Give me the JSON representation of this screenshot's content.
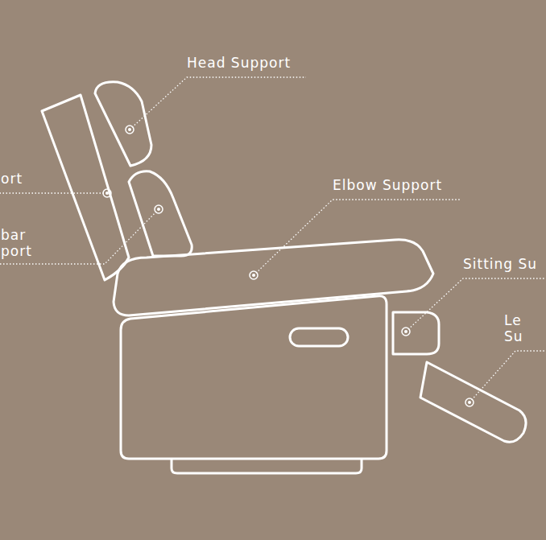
{
  "diagram": {
    "labels": [
      "Head Support",
      "ort",
      "bar port",
      "Elbow Support",
      "Sitting Su",
      "Le Su"
    ]
  }
}
